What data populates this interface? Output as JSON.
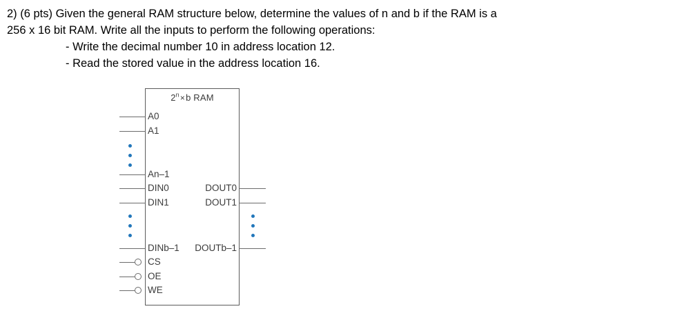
{
  "question": {
    "lines": [
      "2) (6 pts) Given the general RAM structure below, determine the values of n and b if the RAM is a",
      "256 x 16 bit RAM. Write all the inputs to perform the following operations:"
    ],
    "bullets": [
      "- Write the decimal number 10 in address location 12.",
      "- Read the stored value in the address location 16."
    ]
  },
  "diagram": {
    "title_prefix": "2",
    "title_exponent": "n",
    "title_times": "×",
    "title_suffix": "b RAM",
    "dot_color": "#2277bb",
    "line_color": "#6b6b6b",
    "inputs": [
      {
        "label": "A0",
        "bubble": false
      },
      {
        "label": "A1",
        "bubble": false
      },
      {
        "label": "An–1",
        "bubble": false
      },
      {
        "label": "DIN0",
        "bubble": false
      },
      {
        "label": "DIN1",
        "bubble": false
      },
      {
        "label": "DINb–1",
        "bubble": false
      },
      {
        "label": "CS",
        "bubble": true
      },
      {
        "label": "OE",
        "bubble": true
      },
      {
        "label": "WE",
        "bubble": true
      }
    ],
    "outputs": [
      {
        "label": "DOUT0"
      },
      {
        "label": "DOUT1"
      },
      {
        "label": "DOUTb–1"
      }
    ]
  }
}
